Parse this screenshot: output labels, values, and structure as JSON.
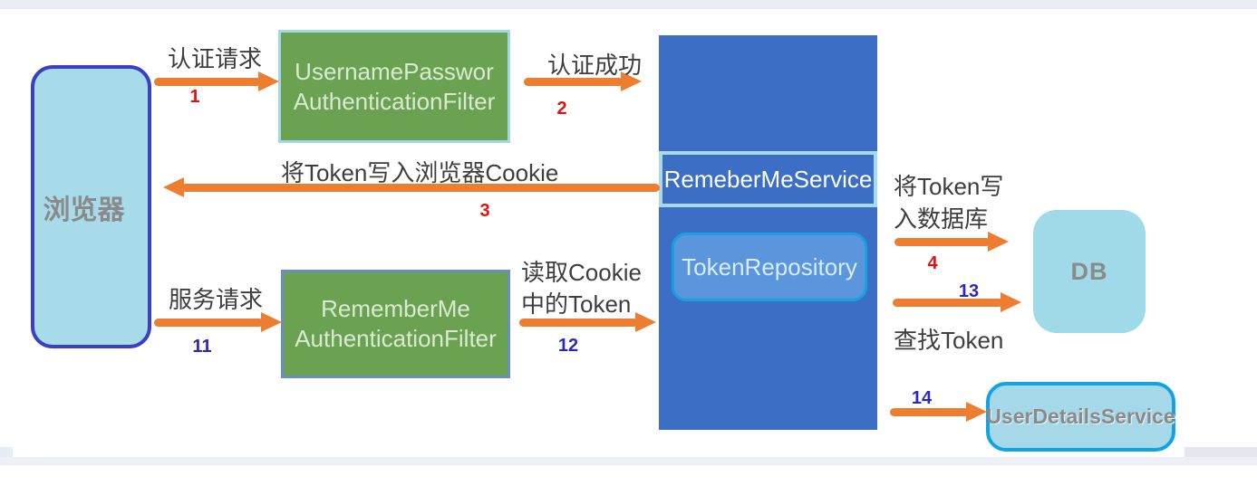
{
  "nodes": {
    "browser": {
      "label": "浏览器"
    },
    "username_password_filter": {
      "line1": "UsernamePasswor",
      "line2": "AuthenticationFilter"
    },
    "remember_me_service": {
      "label": "RemeberMeService"
    },
    "token_repository": {
      "label": "TokenRepository"
    },
    "remember_me_filter": {
      "line1": "RememberMe",
      "line2": "AuthenticationFilter"
    },
    "db": {
      "label": "DB"
    },
    "user_details_service": {
      "label": "UserDetailsService"
    }
  },
  "arrows": {
    "a1": {
      "number": "1",
      "label": "认证请求",
      "direction": "right",
      "from": "browser",
      "to": "username_password_filter"
    },
    "a2": {
      "number": "2",
      "label": "认证成功",
      "direction": "right",
      "from": "username_password_filter",
      "to": "remember_me_service"
    },
    "a3": {
      "number": "3",
      "label": "将Token写入浏览器Cookie",
      "direction": "left",
      "from": "remember_me_service",
      "to": "browser"
    },
    "a4": {
      "number": "4",
      "label_line1": "将Token写",
      "label_line2": "入数据库",
      "direction": "right",
      "from": "remember_me_service",
      "to": "db"
    },
    "a11": {
      "number": "11",
      "label": "服务请求",
      "direction": "right",
      "from": "browser",
      "to": "remember_me_filter"
    },
    "a12": {
      "number": "12",
      "label_line1": "读取Cookie",
      "label_line2": "中的Token",
      "direction": "right",
      "from": "remember_me_filter",
      "to": "remember_me_service"
    },
    "a13": {
      "number": "13",
      "label": "查找Token",
      "direction": "right",
      "from": "remember_me_service",
      "to": "db"
    },
    "a14": {
      "number": "14",
      "direction": "right",
      "from": "remember_me_service",
      "to": "user_details_service"
    }
  },
  "colors": {
    "arrow_orange": "#ED7D31",
    "number_red": "#DC1414",
    "number_blue": "#2B28BB",
    "label_text": "#3E3E3E",
    "green_box": "#6BA251",
    "green_box_text": "#D9EAD3",
    "dark_blue_box": "#3D6EC5",
    "browser_fill": "#A7DBE9",
    "browser_border": "#3B3FC1",
    "token_repository_fill": "#5B96DD",
    "cyan_border": "#12A3E0",
    "db_fill": "#A0D9E8",
    "gray_node_text": "#8A8A8A"
  }
}
